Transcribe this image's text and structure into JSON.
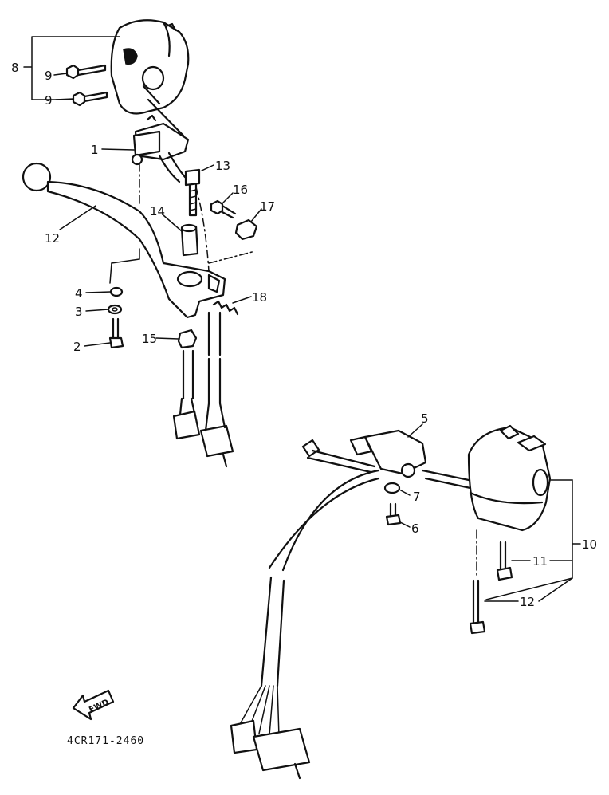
{
  "diagram": {
    "code": "4CR171-2460",
    "fwd_label": "FWD",
    "callouts": [
      {
        "id": "c1",
        "label": "1"
      },
      {
        "id": "c2",
        "label": "2"
      },
      {
        "id": "c3",
        "label": "3"
      },
      {
        "id": "c4",
        "label": "4"
      },
      {
        "id": "c5",
        "label": "5"
      },
      {
        "id": "c6",
        "label": "6"
      },
      {
        "id": "c7",
        "label": "7"
      },
      {
        "id": "c8",
        "label": "8"
      },
      {
        "id": "c9a",
        "label": "9"
      },
      {
        "id": "c9b",
        "label": "9"
      },
      {
        "id": "c10",
        "label": "10"
      },
      {
        "id": "c11",
        "label": "11"
      },
      {
        "id": "c12",
        "label": "12"
      },
      {
        "id": "c13",
        "label": "13"
      },
      {
        "id": "c14",
        "label": "14"
      },
      {
        "id": "c15",
        "label": "15"
      },
      {
        "id": "c16",
        "label": "16"
      },
      {
        "id": "c17",
        "label": "17"
      },
      {
        "id": "c18",
        "label": "18"
      },
      {
        "id": "c19",
        "label": "19"
      }
    ]
  }
}
